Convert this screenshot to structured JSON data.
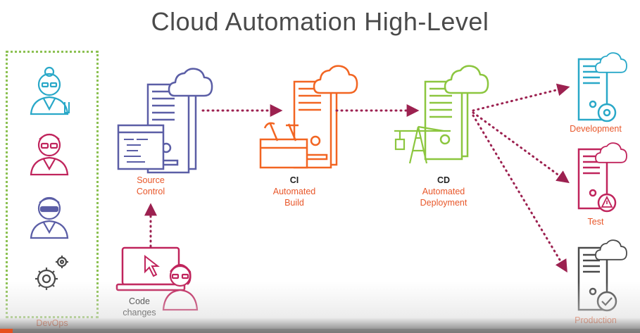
{
  "title": "Cloud Automation High-Level",
  "devops": {
    "label": "DevOps"
  },
  "source_control": {
    "line1": "Source",
    "line2": "Control"
  },
  "ci": {
    "heading": "CI",
    "line1": "Automated",
    "line2": "Build"
  },
  "cd": {
    "heading": "CD",
    "line1": "Automated",
    "line2": "Deployment"
  },
  "code_changes": {
    "line1": "Code",
    "line2": "changes"
  },
  "environments": {
    "development": "Development",
    "test": "Test",
    "production": "Production"
  },
  "colors": {
    "title": "#4a4a4a",
    "devops_border": "#8cc152",
    "source_control": "#5b5ea6",
    "ci": "#f26522",
    "cd": "#8cc63f",
    "development": "#29a8c8",
    "test": "#c0245c",
    "production": "#4a4a4a",
    "arrow": "#9c2150",
    "label_accent": "#e8572a"
  },
  "icons": [
    "scientist-icon",
    "developer-icon",
    "operator-icon",
    "gears-icon",
    "cloud-icon",
    "server-icon",
    "code-window-icon",
    "toolbox-icon",
    "crane-icon",
    "laptop-icon",
    "cursor-icon",
    "gear-badge-icon",
    "warning-badge-icon",
    "check-badge-icon"
  ],
  "video": {
    "progress": 0.02
  }
}
